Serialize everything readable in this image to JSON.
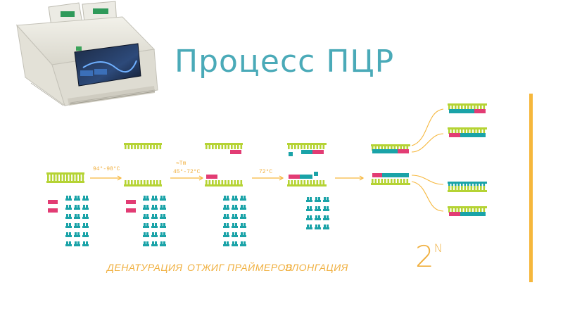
{
  "title": "Процесс ПЦР",
  "stages": {
    "denaturation": "ДЕНАТУРАЦИЯ",
    "annealing": "ОТЖИГ ПРАЙМЕРОВ",
    "elongation": "ЭЛОНГАЦИЯ"
  },
  "arrow_labels": {
    "a1": "94°-98°С",
    "a2_line1": "≈Tm",
    "a2_line2": "45°-72°С",
    "a3": "72°С"
  },
  "exponent": {
    "base": "2",
    "power": "N"
  },
  "colors": {
    "primary_title": "#4aaab8",
    "dna_green": "#b5d334",
    "nucleotide_teal": "#1aa3a8",
    "primer_pink": "#e23c74",
    "accent_orange": "#f6b73c"
  },
  "image": {
    "name": "pcr-thermocycler-machine"
  }
}
